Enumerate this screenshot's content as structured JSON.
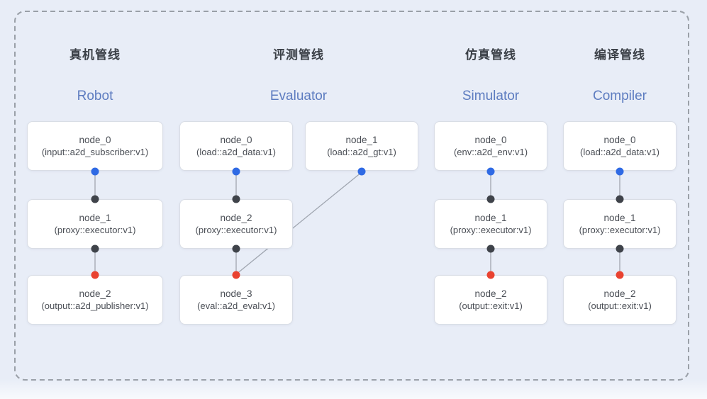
{
  "colors": {
    "background": "#e8edf7",
    "box_bg": "#ffffff",
    "box_border": "#d9dde5",
    "title_zh": "#3b4047",
    "title_en": "#5d7cc0",
    "node_text": "#4a4e55",
    "edge": "#a0a6b0",
    "frame_border": "#9aa0a8",
    "port_input": "#2f6ae4",
    "port_internal": "#3f434a",
    "port_output": "#e94230"
  },
  "ports_legend": {
    "blue_dot": "input-source-port",
    "dark_dot": "executor-port",
    "red_dot": "output-sink-port"
  },
  "pipelines": [
    {
      "id": "robot",
      "title_zh": "真机管线",
      "title_en": "Robot",
      "nodes": [
        {
          "name": "node_0",
          "type": "(input::a2d_subscriber:v1)"
        },
        {
          "name": "node_1",
          "type": "(proxy::executor:v1)"
        },
        {
          "name": "node_2",
          "type": "(output::a2d_publisher:v1)"
        }
      ]
    },
    {
      "id": "evaluator",
      "title_zh": "评测管线",
      "title_en": "Evaluator",
      "nodes": [
        {
          "name": "node_0",
          "type": "(load::a2d_data:v1)"
        },
        {
          "name": "node_1",
          "type": "(load::a2d_gt:v1)"
        },
        {
          "name": "node_2",
          "type": "(proxy::executor:v1)"
        },
        {
          "name": "node_3",
          "type": "(eval::a2d_eval:v1)"
        }
      ]
    },
    {
      "id": "simulator",
      "title_zh": "仿真管线",
      "title_en": "Simulator",
      "nodes": [
        {
          "name": "node_0",
          "type": "(env::a2d_env:v1)"
        },
        {
          "name": "node_1",
          "type": "(proxy::executor:v1)"
        },
        {
          "name": "node_2",
          "type": "(output::exit:v1)"
        }
      ]
    },
    {
      "id": "compiler",
      "title_zh": "编译管线",
      "title_en": "Compiler",
      "nodes": [
        {
          "name": "node_0",
          "type": "(load::a2d_data:v1)"
        },
        {
          "name": "node_1",
          "type": "(proxy::executor:v1)"
        },
        {
          "name": "node_2",
          "type": "(output::exit:v1)"
        }
      ]
    }
  ]
}
